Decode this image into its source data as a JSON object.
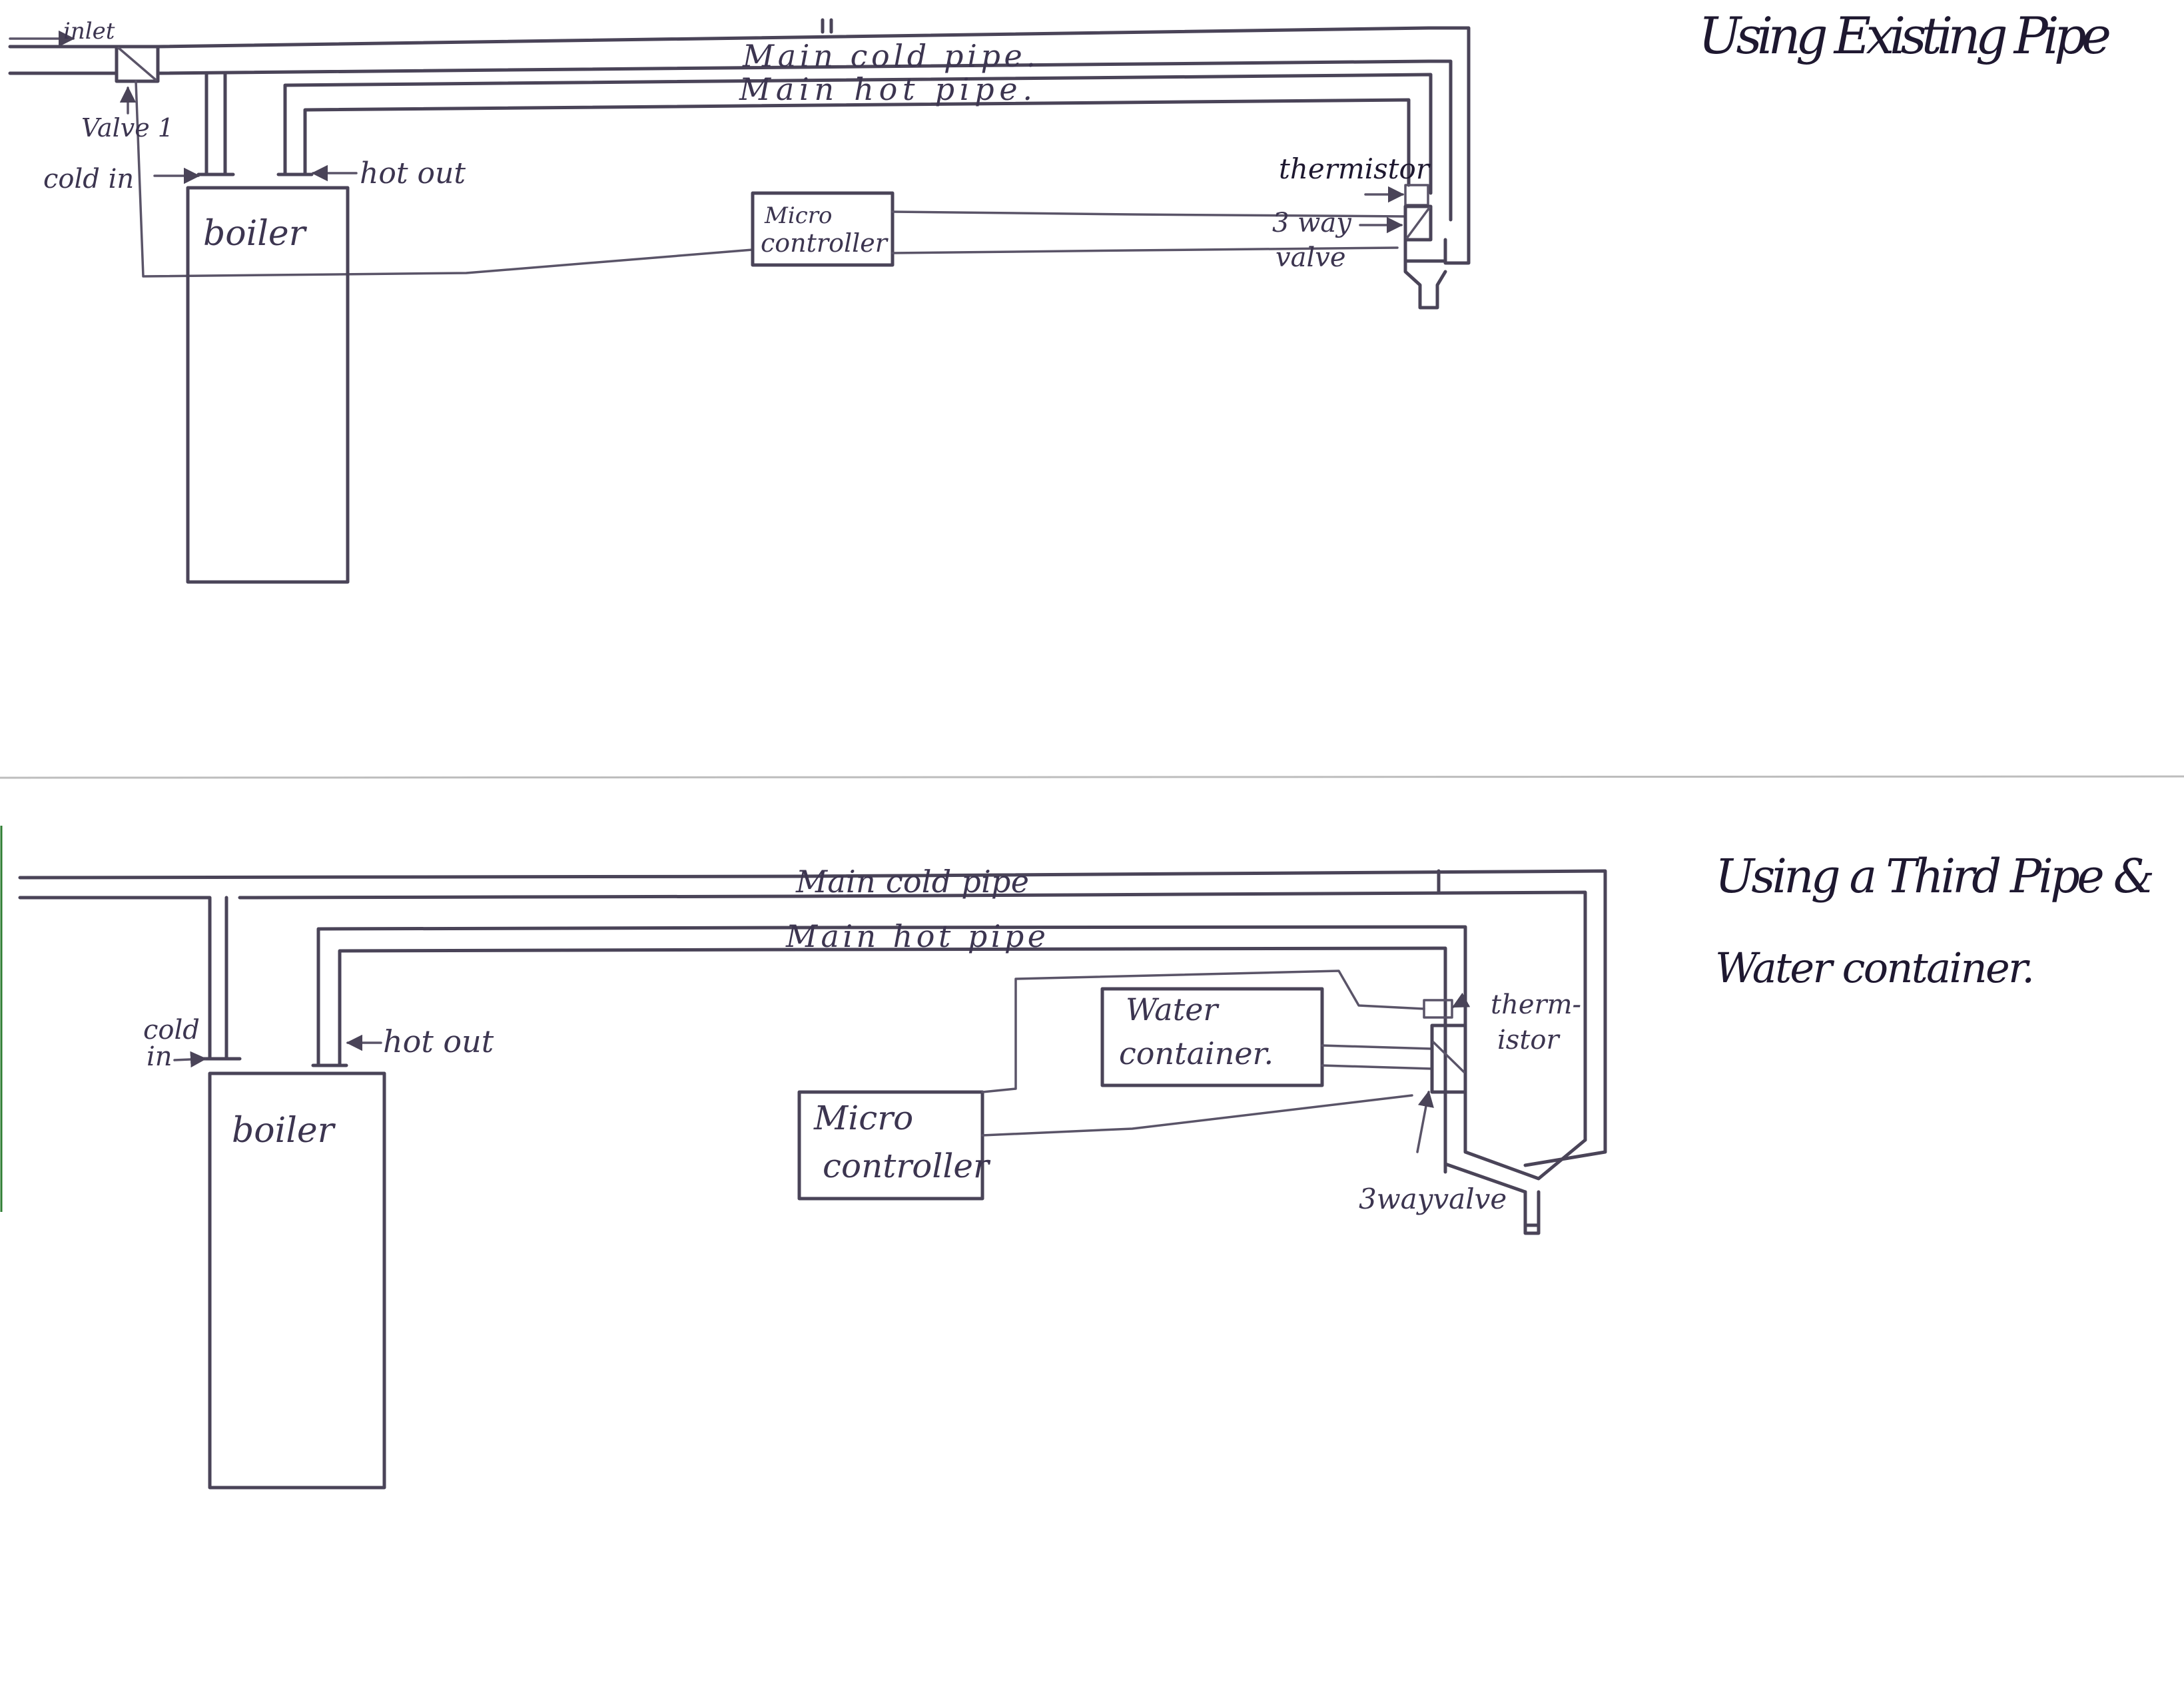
{
  "colors": {
    "ink": "#4a4458",
    "text": "#3c3550",
    "title": "#1e1830",
    "divider": "#bdbdbd",
    "edge_accent": "#2e7d32"
  },
  "top": {
    "title": "Using Existing Pipe",
    "labels": {
      "inlet": "inlet",
      "valve1": "Valve 1",
      "cold_in": "cold in",
      "hot_out": "hot out",
      "main_cold_pipe": "Main cold pipe.",
      "main_hot_pipe": "Main hot pipe.",
      "boiler": "boiler",
      "micro_line1": "Micro",
      "micro_line2": "controller",
      "thermistor": "thermistor",
      "three_way_line1": "3 way",
      "three_way_line2": "valve"
    }
  },
  "bottom": {
    "title_line1": "Using a Third Pipe &",
    "title_line2": "Water container.",
    "labels": {
      "main_cold_pipe": "Main cold pipe",
      "main_hot_pipe": "Main hot pipe",
      "cold_line1": "cold",
      "cold_line2": "in",
      "hot_out": "hot out",
      "boiler": "boiler",
      "water_line1": "Water",
      "water_line2": "container.",
      "micro_line1": "Micro",
      "micro_line2": "controller",
      "therm_line1": "therm-",
      "therm_line2": "istor",
      "three_way": "3wayvalve"
    }
  }
}
